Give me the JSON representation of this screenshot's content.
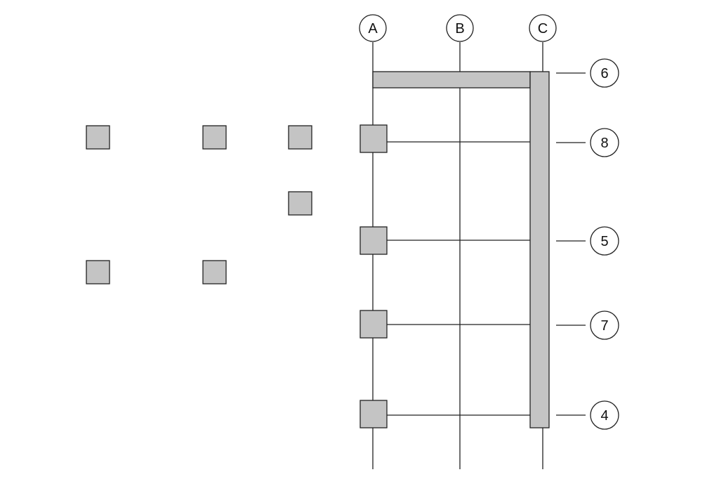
{
  "grid_columns": [
    "A",
    "B",
    "C"
  ],
  "grid_rows": [
    "6",
    "8",
    "5",
    "7",
    "4"
  ],
  "colors": {
    "fill": "#c4c4c4",
    "stroke": "#222222",
    "background": "#ffffff"
  }
}
